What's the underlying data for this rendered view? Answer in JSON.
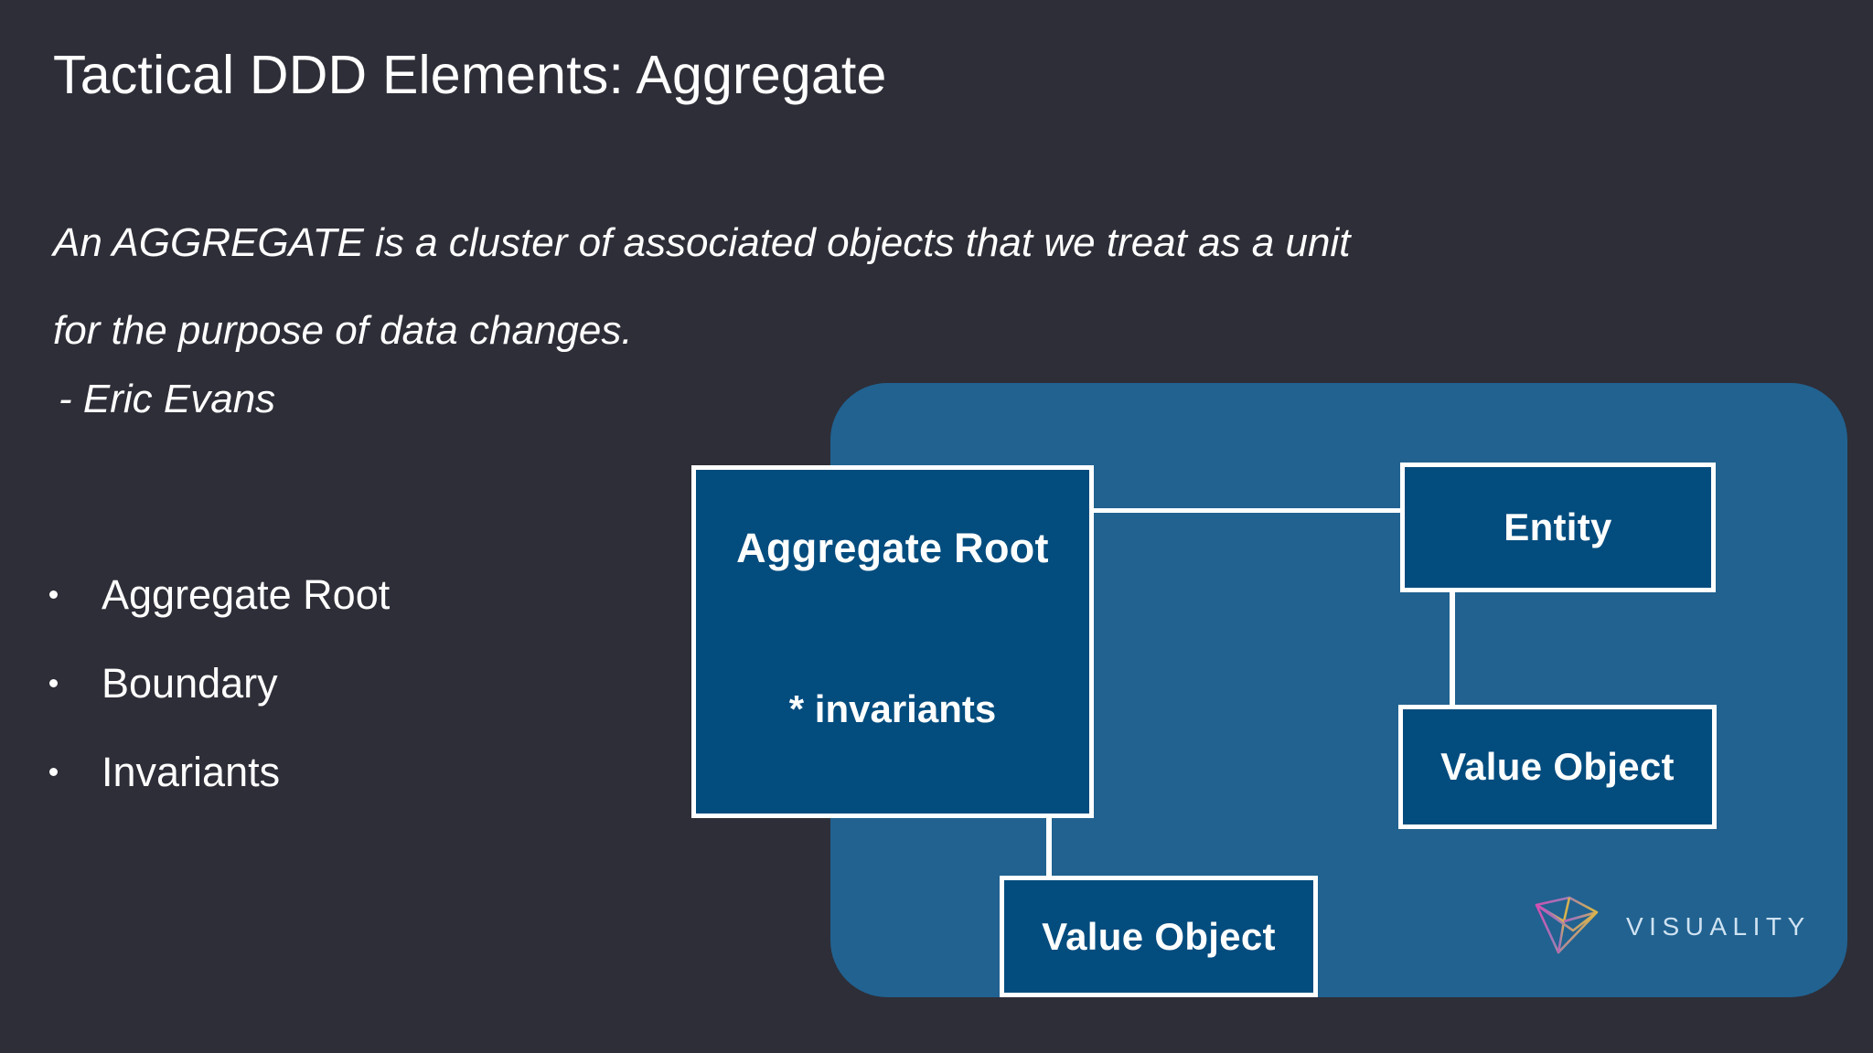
{
  "slide": {
    "title": "Tactical DDD Elements: Aggregate",
    "background_color": "#2e2e38",
    "text_color": "#ffffff"
  },
  "quote": {
    "line1": "An AGGREGATE is a cluster of associated objects that we treat as a unit",
    "line2": "for the purpose of data changes.",
    "attribution": "- Eric Evans"
  },
  "bullets": [
    {
      "label": "Aggregate Root"
    },
    {
      "label": "Boundary"
    },
    {
      "label": "Invariants"
    }
  ],
  "diagram": {
    "panel_color": "#216290",
    "node_fill_color": "#024c7e",
    "node_border_color": "#ffffff",
    "nodes": {
      "aggregate_root": {
        "label": "Aggregate Root",
        "sublabel": "* invariants"
      },
      "entity": {
        "label": "Entity"
      },
      "value_object_right": {
        "label": "Value Object"
      },
      "value_object_bottom": {
        "label": "Value Object"
      }
    },
    "connections": [
      {
        "from": "aggregate_root",
        "to": "entity"
      },
      {
        "from": "entity",
        "to": "value_object_right"
      },
      {
        "from": "aggregate_root",
        "to": "value_object_bottom"
      }
    ]
  },
  "branding": {
    "wordmark": "VISUALITY",
    "mark_icon": "visuality-pyramid-icon",
    "wordmark_color": "#cfe2f2",
    "mark_gradient_start": "#d64bb0",
    "mark_gradient_end": "#d9b44a"
  }
}
